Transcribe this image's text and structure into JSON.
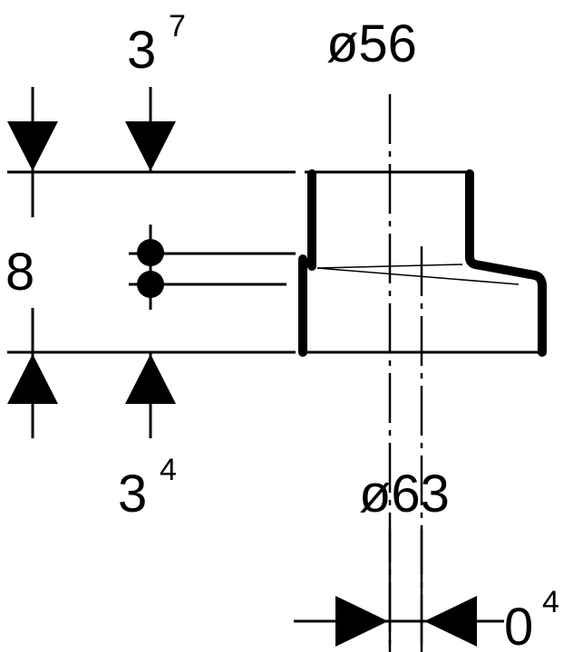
{
  "labels": {
    "top_left_base": "3",
    "top_left_sup": "7",
    "top_right": "ø56",
    "middle_left": "8",
    "bottom_left_base": "3",
    "bottom_left_sup": "4",
    "bottom_right": "ø63",
    "offset_base": "0",
    "offset_sup": "4"
  },
  "colors": {
    "stroke": "#000000",
    "background": "#ffffff"
  }
}
